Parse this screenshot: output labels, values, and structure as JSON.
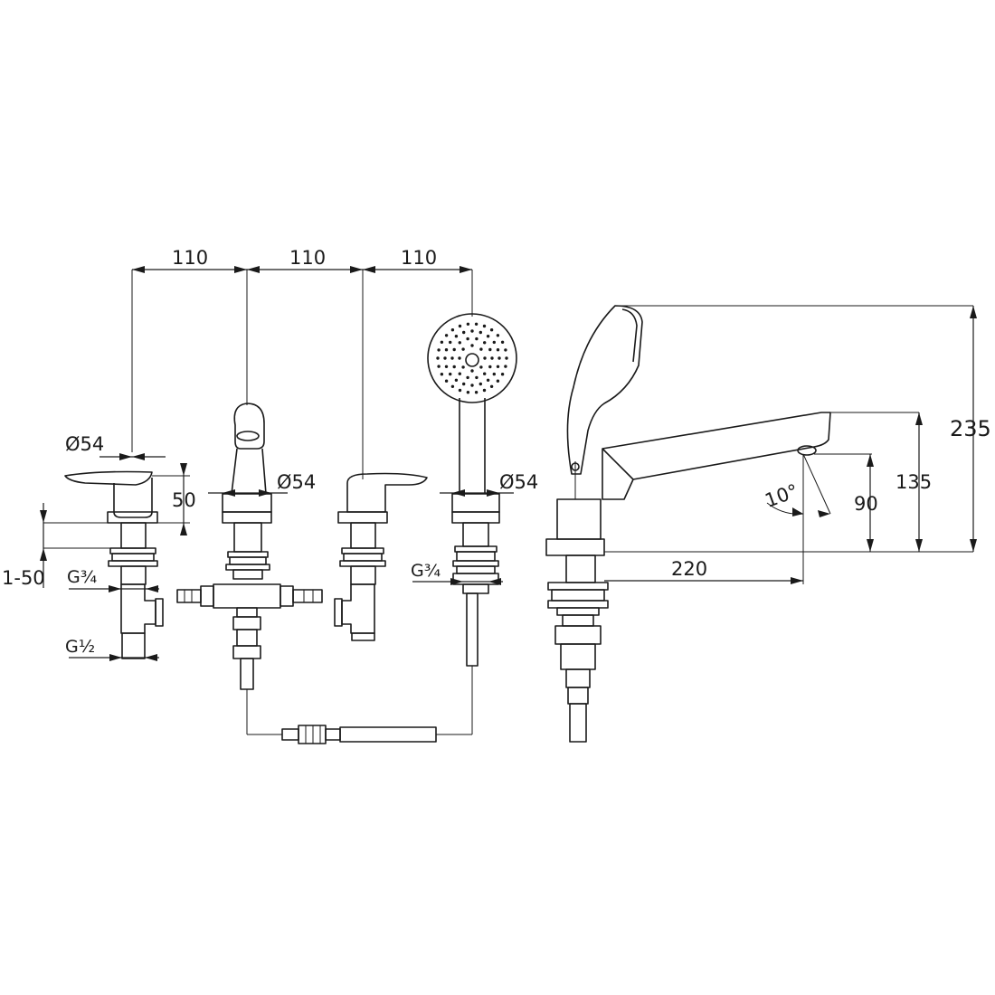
{
  "dimensions": {
    "spacing_1": "110",
    "spacing_2": "110",
    "spacing_3": "110",
    "diameter_lever_left": "Ø54",
    "diameter_spout": "Ø54",
    "diameter_shower": "Ø54",
    "lever_height": "50",
    "deck_thickness": "1-50",
    "thread_left_top": "G¾",
    "thread_left_bottom": "G½",
    "thread_shower": "G¾",
    "spout_reach": "220",
    "spout_height": "90",
    "body_height": "135",
    "total_height": "235",
    "angle": "10°"
  }
}
